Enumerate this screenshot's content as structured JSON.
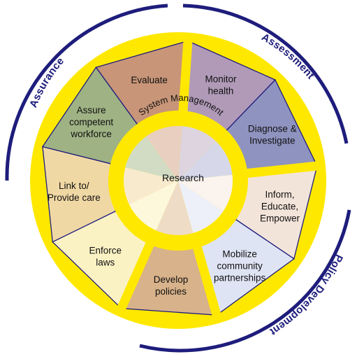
{
  "center": {
    "label": "Research"
  },
  "system_management": {
    "label": "System Management"
  },
  "ring_labels": {
    "assessment": "Assessment",
    "policy_development": "Policy Development",
    "assurance": "Assurance"
  },
  "segments": [
    {
      "key": "monitor",
      "lines": [
        "Monitor",
        "health"
      ],
      "color": "#b09ab8",
      "center_color": "#ddd4e0"
    },
    {
      "key": "diagnose",
      "lines": [
        "Diagnose &",
        "Investigate"
      ],
      "color": "#8f93bf",
      "center_color": "#d6d8ea"
    },
    {
      "key": "inform",
      "lines": [
        "Inform,",
        "Educate,",
        "Empower"
      ],
      "color": "#f3e4da",
      "center_color": "#fbf3ee"
    },
    {
      "key": "mobilize",
      "lines": [
        "Mobilize",
        "community",
        "partnerships"
      ],
      "color": "#dfe4f4",
      "center_color": "#eef0f9"
    },
    {
      "key": "develop",
      "lines": [
        "Develop",
        "policies"
      ],
      "color": "#d8b28a",
      "center_color": "#efdcc6"
    },
    {
      "key": "enforce",
      "lines": [
        "Enforce",
        "laws"
      ],
      "color": "#fbf2c4",
      "center_color": "#fdf8dc"
    },
    {
      "key": "link",
      "lines": [
        "Link to/",
        "Provide care"
      ],
      "color": "#f0d8a4",
      "center_color": "#f8ebcd"
    },
    {
      "key": "assure",
      "lines": [
        "Assure",
        "competent",
        "workforce"
      ],
      "color": "#9fb284",
      "center_color": "#d2dcc5"
    },
    {
      "key": "evaluate",
      "lines": [
        "Evaluate"
      ],
      "color": "#c89578",
      "center_color": "#e8cfc0"
    }
  ],
  "colors": {
    "yellow": "#ffe800",
    "navy": "#1e1d7c",
    "divider": "#1e1d7c"
  }
}
